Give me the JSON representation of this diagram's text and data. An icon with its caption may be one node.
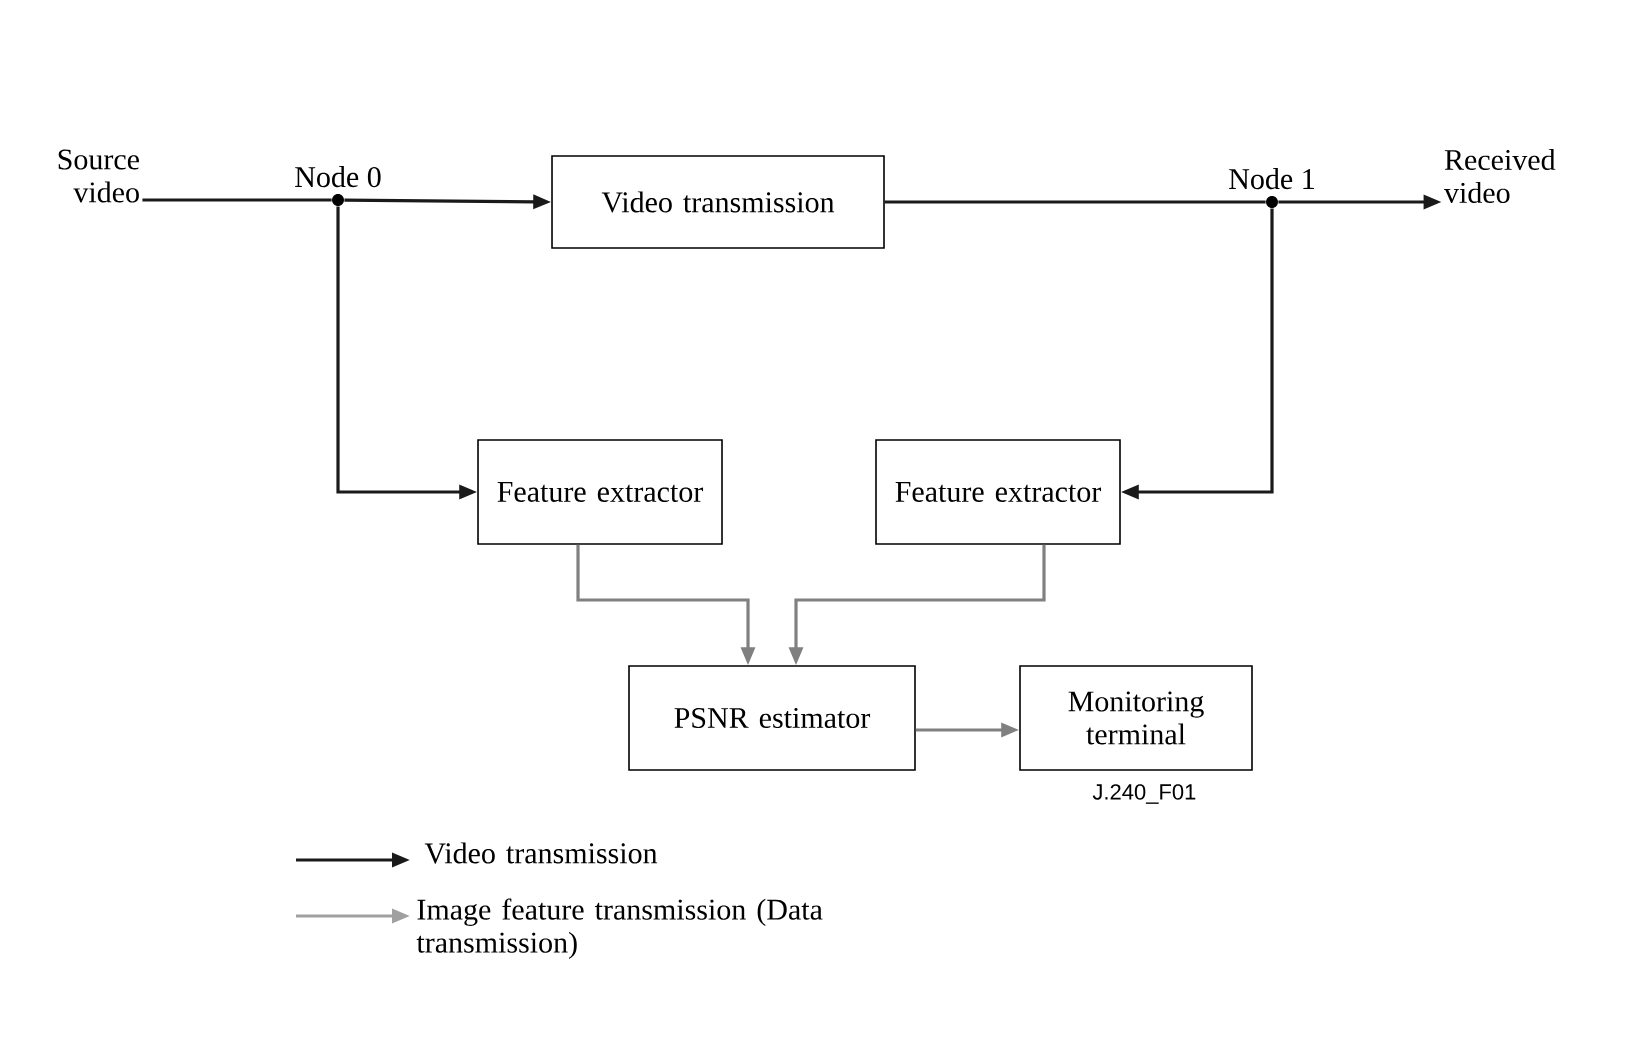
{
  "diagram": {
    "nodes": [
      {
        "text": [
          "Source video"
        ]
      },
      {
        "text": [
          "Node 0"
        ]
      },
      {
        "text": [
          "Video transmission"
        ]
      },
      {
        "text": [
          "Node 1"
        ]
      },
      {
        "text": [
          "Received video"
        ]
      },
      {
        "text": [
          "Feature extractor"
        ]
      },
      {
        "text": [
          "Feature extractor"
        ]
      },
      {
        "text": [
          "PSNR estimator"
        ]
      },
      {
        "text": [
          "Monitoring terminal"
        ]
      }
    ],
    "edges": [
      {
        "from": 0,
        "to": 1,
        "arrow": "none"
      },
      {
        "from": 1,
        "to": 2,
        "arrow": "to"
      },
      {
        "from": 2,
        "to": 3,
        "arrow": "none"
      },
      {
        "from": 3,
        "to": 4,
        "arrow": "to"
      },
      {
        "from": 1,
        "to": 5,
        "arrow": "to"
      },
      {
        "from": 3,
        "to": 6,
        "arrow": "to"
      },
      {
        "from": 5,
        "to": 7,
        "arrow": "to",
        "color": "#808080"
      },
      {
        "from": 6,
        "to": 7,
        "arrow": "to",
        "color": "#808080"
      },
      {
        "from": 7,
        "to": 8,
        "arrow": "to",
        "color": "#808080"
      }
    ],
    "labels": [
      "J.240_F01"
    ],
    "legend": [
      {
        "text": "Video transmission"
      },
      {
        "text": "Image feature transmission (Data transmission)"
      }
    ]
  }
}
